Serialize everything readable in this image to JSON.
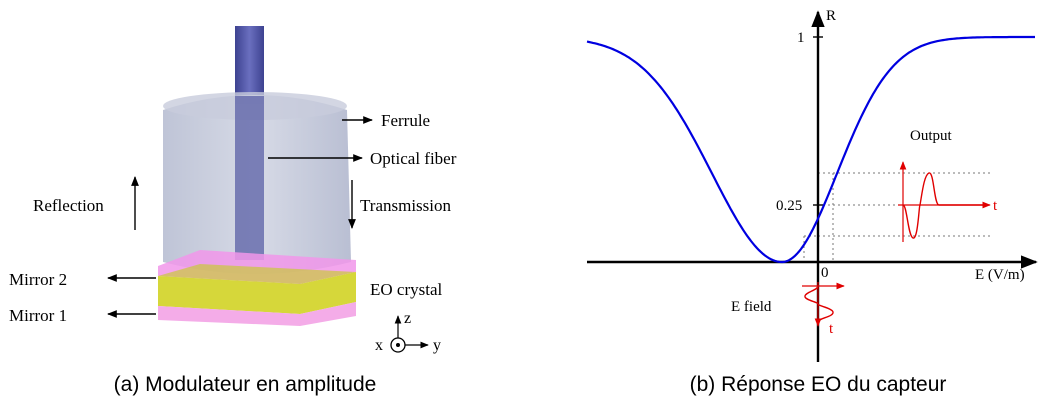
{
  "left_panel": {
    "caption": "(a) Modulateur en amplitude",
    "labels": {
      "ferrule": "Ferrule",
      "optical_fiber": "Optical fiber",
      "reflection": "Reflection",
      "transmission": "Transmission",
      "mirror2": "Mirror 2",
      "mirror1": "Mirror 1",
      "eo_crystal": "EO crystal"
    },
    "axes": {
      "z": "z",
      "x": "x",
      "y": "y"
    },
    "colors": {
      "ferrule": "#c3c8da",
      "fiber": "#4a4f9c",
      "crystal": "#d8d83a",
      "mirror": "#f08ff0"
    }
  },
  "right_panel": {
    "caption": "(b) Réponse EO du capteur",
    "labels": {
      "y_axis": "R",
      "x_axis": "E (V/m)",
      "tick_1": "1",
      "tick_025": "0.25",
      "tick_0": "0",
      "output": "Output",
      "e_field": "E field",
      "t_output": "t",
      "t_input": "t"
    },
    "colors": {
      "curve": "#0000e0",
      "signal": "#e00000",
      "guides": "#777777"
    }
  }
}
